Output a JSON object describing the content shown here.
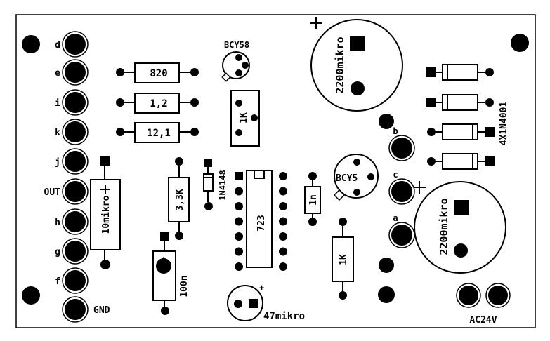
{
  "board": {
    "title": "PCB component layout (silkscreen)",
    "colors": {
      "ink": "#000000",
      "paper": "#ffffff"
    }
  },
  "connector_pins": [
    {
      "label": "d"
    },
    {
      "label": "e"
    },
    {
      "label": "i"
    },
    {
      "label": "k"
    },
    {
      "label": "j"
    },
    {
      "label": "OUT"
    },
    {
      "label": "h"
    },
    {
      "label": "g"
    },
    {
      "label": "f"
    },
    {
      "label": "GND"
    }
  ],
  "right_pins": [
    {
      "label": "b"
    },
    {
      "label": "c"
    },
    {
      "label": "a"
    }
  ],
  "power_input": {
    "label": "AC24V"
  },
  "components": {
    "r_820": {
      "value": "820"
    },
    "r_1_2": {
      "value": "1,2"
    },
    "r_12_1": {
      "value": "12,1"
    },
    "transistor_1": {
      "value": "BCY58"
    },
    "trimmer_1k": {
      "value": "1K"
    },
    "c_10u": {
      "value": "10mikro",
      "polarity": "+"
    },
    "r_3_3k": {
      "value": "3,3K"
    },
    "diode_1n4148": {
      "value": "1N4148"
    },
    "ic_723": {
      "value": "723"
    },
    "c_1n": {
      "value": "1n"
    },
    "transistor_2": {
      "value": "BCY5"
    },
    "r_1k": {
      "value": "1K"
    },
    "c_100n": {
      "value": "100n"
    },
    "c_47u": {
      "value": "47mikro",
      "polarity": "+"
    },
    "c_2200u_top": {
      "value": "2200mikro",
      "polarity": "+"
    },
    "c_2200u_bottom": {
      "value": "2200mikro",
      "polarity": "+"
    },
    "rectifier_diodes": {
      "value": "4X1N4001",
      "count": 4
    }
  }
}
